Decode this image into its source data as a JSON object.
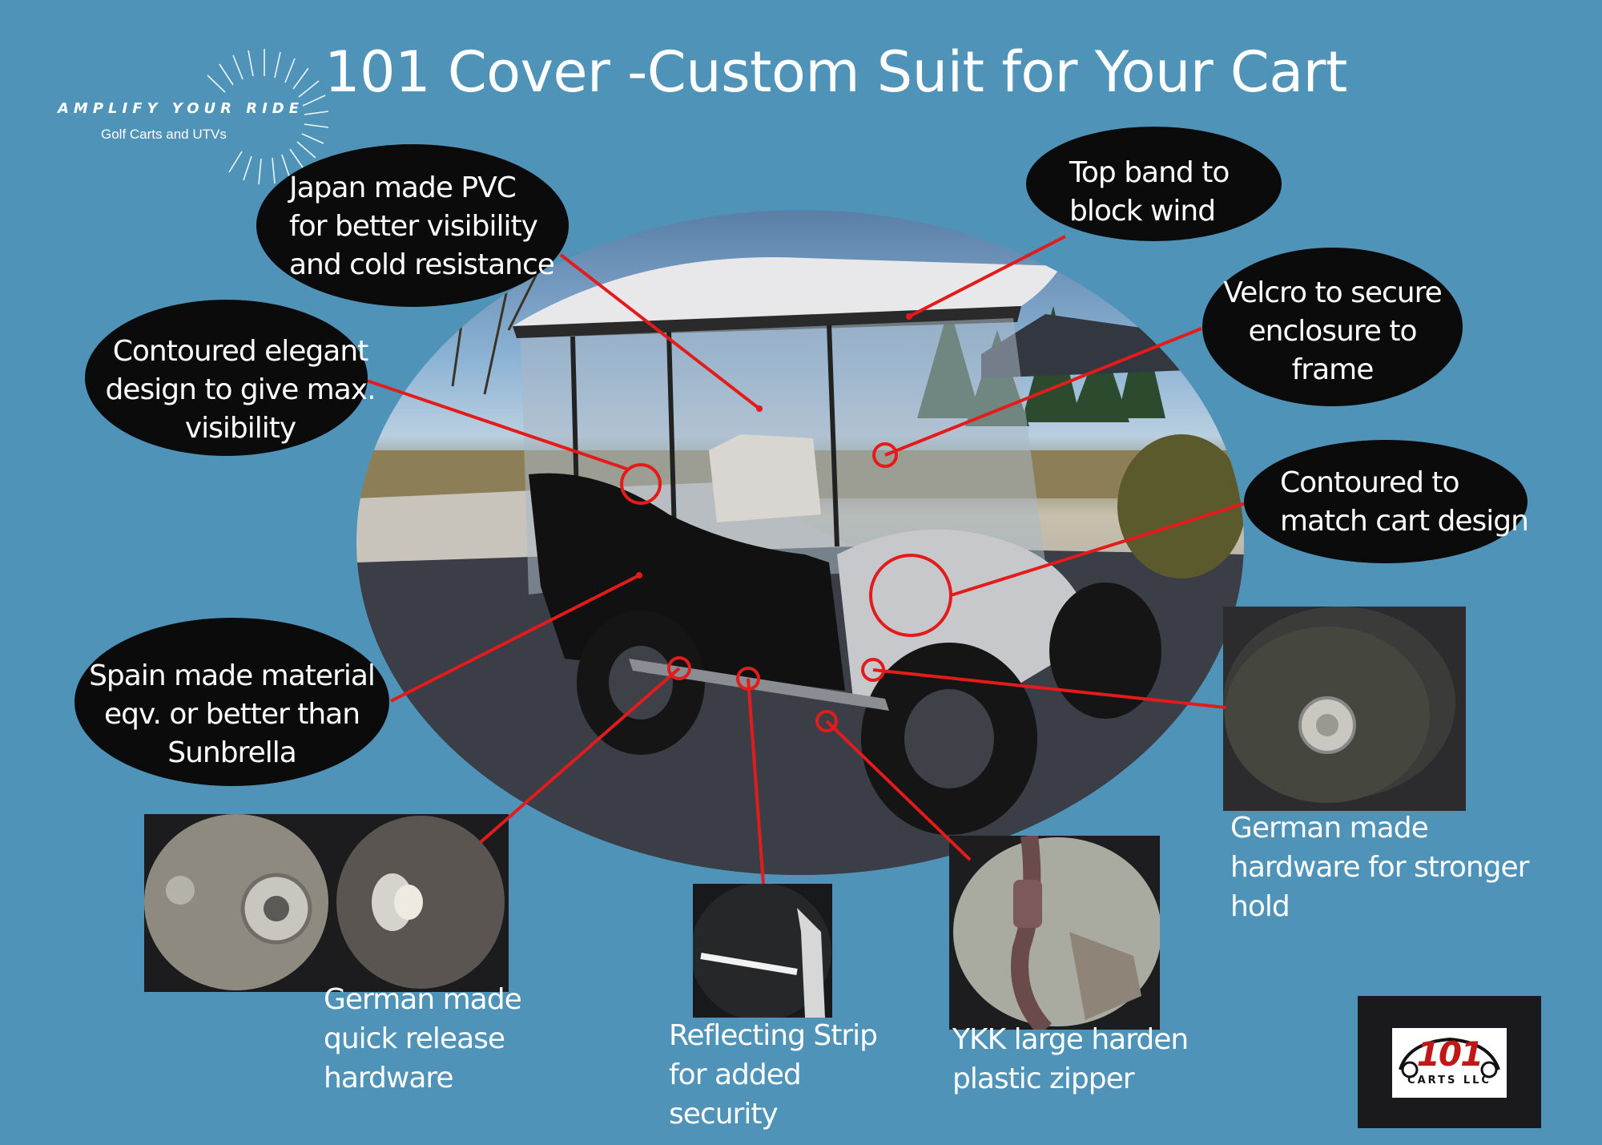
{
  "title": "101 Cover -Custom Suit for Your Cart",
  "brand": {
    "name": "AMPLIFY YOUR RIDE",
    "subtitle": "Golf Carts and UTVs"
  },
  "callouts": {
    "pvc": [
      "Japan made PVC",
      "for better visibility",
      "and cold resistance"
    ],
    "contoured_design": [
      "Contoured  elegant",
      "design to give max.",
      "visibility"
    ],
    "spain_material": [
      "Spain made material",
      "eqv. or better than",
      "Sunbrella"
    ],
    "top_band": [
      "Top band to",
      "block wind"
    ],
    "velcro": [
      "Velcro to secure",
      "enclosure to",
      "frame"
    ],
    "contoured_match": [
      "Contoured to",
      "match cart design"
    ]
  },
  "captions": {
    "german_hold": [
      "German made",
      "hardware for stronger",
      "hold"
    ],
    "quick_release": [
      "German made",
      "quick release",
      "hardware"
    ],
    "reflecting": [
      "Reflecting Strip",
      "for added",
      "security"
    ],
    "ykk": [
      "YKK large harden",
      "plastic zipper"
    ]
  },
  "logo": {
    "number": "101",
    "text": "CARTS LLC"
  },
  "colors": {
    "background": "#4f93b9",
    "bubble": "#0c0b0b",
    "leader": "#e31b1b",
    "logo_red": "#c01818"
  }
}
